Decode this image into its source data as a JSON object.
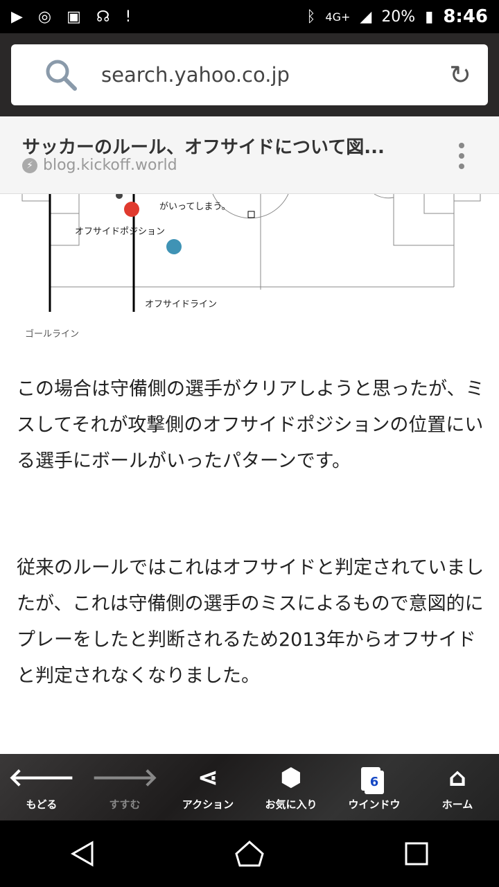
{
  "status": {
    "network": "4G+",
    "battery": "20%",
    "time": "8:46"
  },
  "browser": {
    "url": "search.yahoo.co.jp",
    "page_title": "サッカーのルール、オフサイドについて図...",
    "domain": "blog.kickoff.world"
  },
  "diagram": {
    "note": "がいってしまう。",
    "offside_position": "オフサイドポジション",
    "offside_line": "オフサイドライン",
    "goal_line": "ゴールライン"
  },
  "article": {
    "p1": " この場合は守備側の選手がクリアしようと思ったが、ミスしてそれが攻撃側のオフサイドポジションの位置にいる選手にボールがいったパターンです。",
    "p2": "従来のルールではこれはオフサイドと判定されていましたが、これは守備側の選手のミスによるもので意図的にプレーをしたと判断されるため2013年からオフサイドと判定されなくなりました。"
  },
  "toolbar": {
    "back": "もどる",
    "forward": "すすむ",
    "action": "アクション",
    "favorite": "お気に入り",
    "window": "ウインドウ",
    "window_count": "6",
    "home": "ホーム"
  }
}
